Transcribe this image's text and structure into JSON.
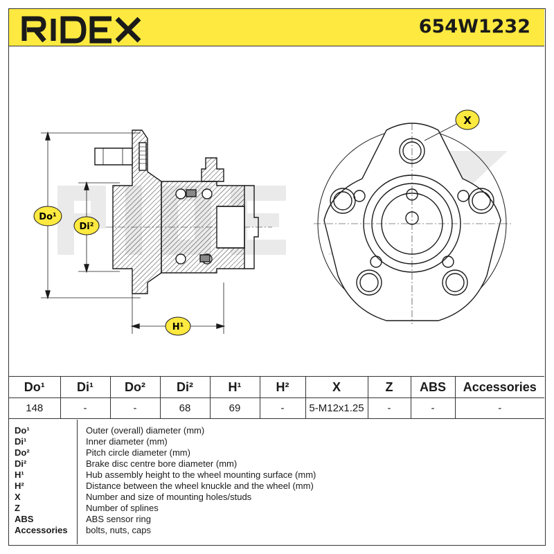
{
  "header": {
    "brand": "RIDEX",
    "part_number": "654W1232",
    "brand_color": "#1a1a1a",
    "accent_color": "#fde940"
  },
  "drawing": {
    "labels": {
      "do1": "Do¹",
      "di2": "Di²",
      "h1": "H¹",
      "x": "X"
    },
    "watermark": "RIDEX"
  },
  "spec_table": {
    "headers": [
      "Do¹",
      "Di¹",
      "Do²",
      "Di²",
      "H¹",
      "H²",
      "X",
      "Z",
      "ABS",
      "Accessories"
    ],
    "values": [
      "148",
      "-",
      "-",
      "68",
      "69",
      "-",
      "5-M12x1.25",
      "-",
      "-",
      "-"
    ]
  },
  "legend": [
    {
      "key": "Do¹",
      "desc": "Outer (overall) diameter (mm)"
    },
    {
      "key": "Di¹",
      "desc": "Inner diameter (mm)"
    },
    {
      "key": "Do²",
      "desc": "Pitch circle diameter (mm)"
    },
    {
      "key": "Di²",
      "desc": "Brake disc centre bore diameter (mm)"
    },
    {
      "key": "H¹",
      "desc": "Hub assembly height to the wheel mounting surface (mm)"
    },
    {
      "key": "H²",
      "desc": "Distance between the wheel knuckle and the wheel (mm)"
    },
    {
      "key": "X",
      "desc": "Number and size of mounting holes/studs"
    },
    {
      "key": "Z",
      "desc": "Number of splines"
    },
    {
      "key": "ABS",
      "desc": "ABS sensor ring"
    },
    {
      "key": "Accessories",
      "desc": "bolts, nuts, caps"
    }
  ]
}
